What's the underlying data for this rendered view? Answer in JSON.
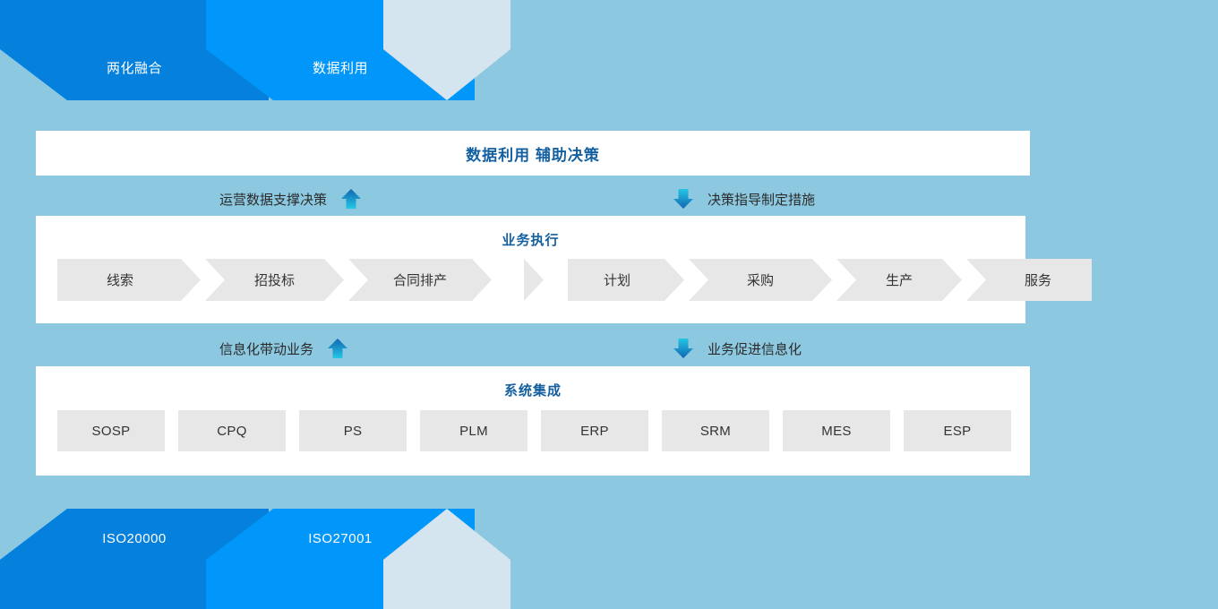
{
  "colors": {
    "page_background": "#8cc8e0",
    "band_dark_blue": "#0580dd",
    "band_medium_blue": "#0096fa",
    "band_light_blue": "#d4e5ef",
    "panel_background": "#ffffff",
    "heading_text": "#1460a0",
    "chip_background": "#e7e7e7",
    "arrow_gradient_top": "#1166b0",
    "arrow_gradient_bottom": "#24c6e6"
  },
  "top_banner": {
    "bands": [
      {
        "label": "两化融合",
        "color": "#0580dd"
      },
      {
        "label": "数据利用",
        "color": "#0096fa"
      },
      {
        "label": "",
        "color": "#d4e5ef"
      }
    ]
  },
  "title_panel": {
    "title": "数据利用 辅助决策"
  },
  "relations": [
    {
      "left_text": "运营数据支撑决策",
      "left_icon": "arrow-up-icon",
      "right_text": "决策指导制定措施",
      "right_icon": "arrow-down-icon"
    },
    {
      "left_text": "信息化带动业务",
      "left_icon": "arrow-up-icon",
      "right_text": "业务促进信息化",
      "right_icon": "arrow-down-icon"
    }
  ],
  "business_panel": {
    "heading": "业务执行",
    "left_steps": [
      "线索",
      "招投标",
      "合同排产"
    ],
    "right_steps": [
      "计划",
      "采购",
      "生产",
      "服务"
    ]
  },
  "system_panel": {
    "heading": "系统集成",
    "systems": [
      "SOSP",
      "CPQ",
      "PS",
      "PLM",
      "ERP",
      "SRM",
      "MES",
      "ESP"
    ]
  },
  "bottom_banner": {
    "bands": [
      {
        "label": "ISO20000",
        "color": "#0580dd"
      },
      {
        "label": "ISO27001",
        "color": "#0096fa"
      },
      {
        "label": "",
        "color": "#d4e5ef"
      }
    ]
  }
}
